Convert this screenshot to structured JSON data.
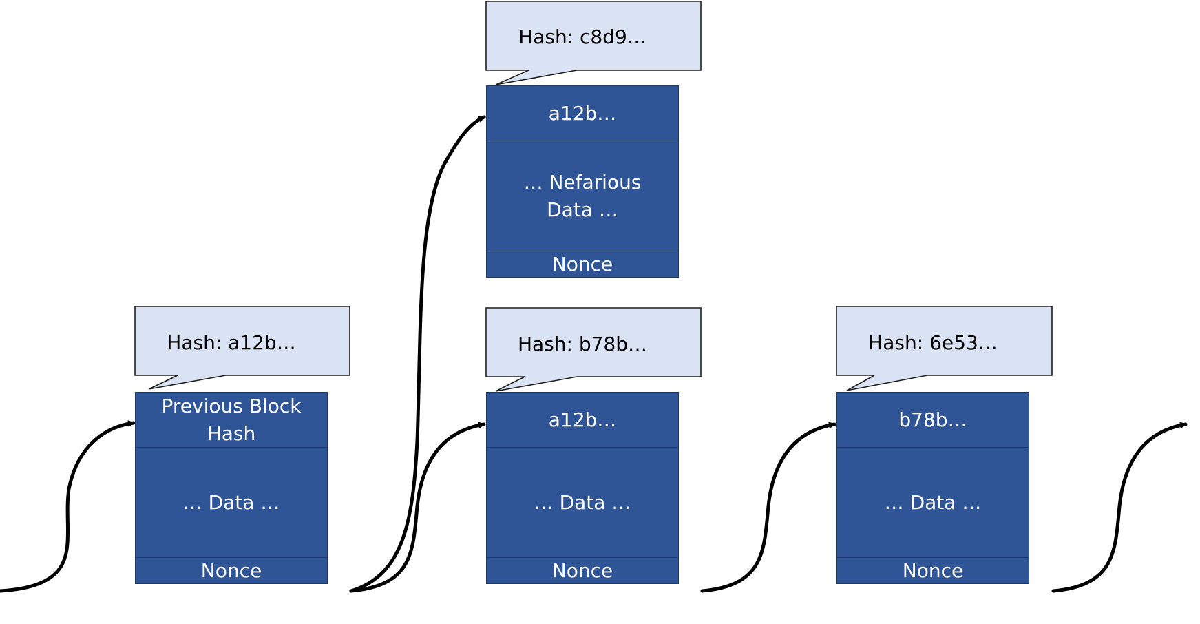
{
  "colors": {
    "block_fill": "#2f5597",
    "block_border": "#1f3864",
    "block_text": "#ffffff",
    "callout_fill": "#dae3f3",
    "callout_border": "#1f1f1f",
    "arrow": "#000000"
  },
  "blocks": [
    {
      "id": "block-1",
      "hash_label": "Hash: a12b…",
      "previous_hash": "Previous Block\nHash",
      "data": "… Data …",
      "nonce": "Nonce"
    },
    {
      "id": "block-fork",
      "hash_label": "Hash: c8d9…",
      "previous_hash": "a12b…",
      "data": "… Nefarious\nData …",
      "nonce": "Nonce"
    },
    {
      "id": "block-2",
      "hash_label": "Hash: b78b…",
      "previous_hash": "a12b…",
      "data": "… Data …",
      "nonce": "Nonce"
    },
    {
      "id": "block-3",
      "hash_label": "Hash: 6e53…",
      "previous_hash": "b78b…",
      "data": "… Data …",
      "nonce": "Nonce"
    }
  ]
}
